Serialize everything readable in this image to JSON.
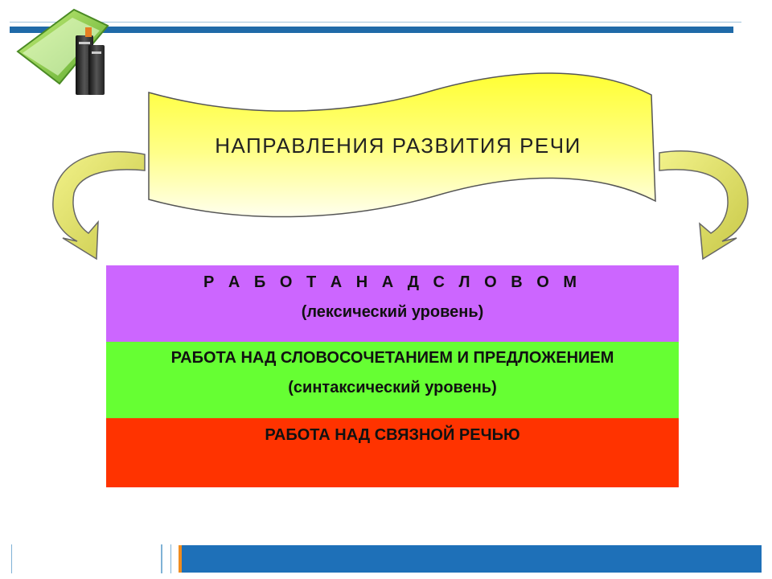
{
  "slide": {
    "colors": {
      "top_bar": "#1f6aa8",
      "banner_fill_top": "#ffff33",
      "banner_fill_bottom": "#ffffee",
      "arrow_fill": "#e6e66a",
      "bottom_bar": "#1e70b8",
      "bottom_accent": "#f08c1e"
    },
    "banner": {
      "title": "НАПРАВЛЕНИЯ РАЗВИТИЯ РЕЧИ"
    },
    "bands": [
      {
        "title": "Р А Б О Т А   Н А Д   С Л О В О М",
        "subtitle": "(лексический уровень)",
        "color": "#cc66ff"
      },
      {
        "title": "РАБОТА НАД СЛОВОСОЧЕТАНИЕМ И ПРЕДЛОЖЕНИЕМ",
        "subtitle": "(синтаксический уровень)",
        "color": "#66ff33"
      },
      {
        "title": "РАБОТА НАД СВЯЗНОЙ РЕЧЬЮ",
        "subtitle": "",
        "color": "#ff3300"
      }
    ],
    "icons": {
      "logo": "books-on-green-folder-icon",
      "left_arrow": "curved-arrow-down-left-icon",
      "right_arrow": "curved-arrow-down-right-icon"
    }
  }
}
